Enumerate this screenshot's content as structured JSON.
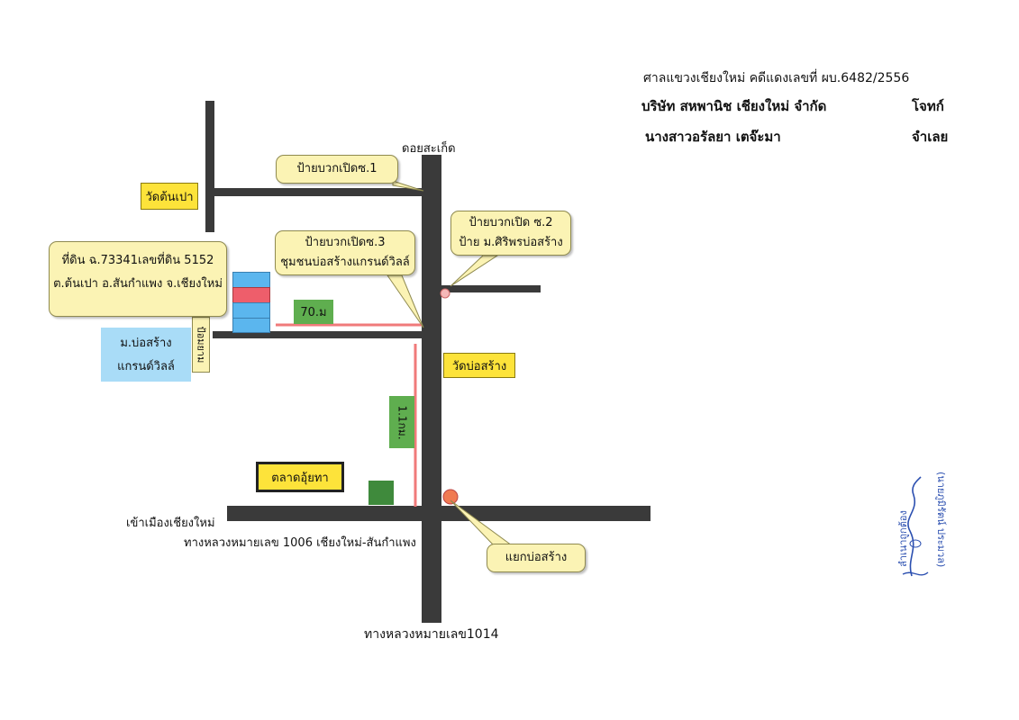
{
  "header": {
    "court_line": "ศาลแขวงเชียงใหม่ คดีแดงเลขที่ ผบ.6482/2556",
    "plaintiff": "บริษัท สหพานิช เชียงใหม่ จำกัด",
    "plaintiff_role": "โจทก์",
    "defendant": "นางสาวอรัลยา เตจ๊ะมา",
    "defendant_role": "จำเลย"
  },
  "labels": {
    "doi_saket": "ดอยสะเก็ด",
    "wat_ton_pao": "วัดต้นเปา",
    "wat_bo_sang": "วัดบ่อสร้าง",
    "talat": "ตลาดอุ้ยทา",
    "to_city": "เข้าเมืองเชียงใหม่",
    "highway_1006": "ทางหลวงหมายเลข 1006  เชียงใหม่-สันกำแพง",
    "highway_1014": "ทางหลวงหมายเลข1014",
    "dist_70": "70.ม",
    "dist_1_1km": "1.1กม.",
    "pom_yam": "ป้อมยาม"
  },
  "callouts": {
    "sign1": "ป้ายบวกเปิดซ.1",
    "sign2_line1": "ป้ายบวกเปิด ซ.2",
    "sign2_line2": "ป้าย ม.ศิริพรบ่อสร้าง",
    "sign3_line1": "ป้ายบวกเปิดซ.3",
    "sign3_line2": "ชุมชนบ่อสร้างแกรนด์วิลล์",
    "land_line1": "ที่ดิน ฉ.73341เลขที่ดิน 5152",
    "land_line2": "ต.ต้นเปา อ.สันกำแพง จ.เชียงใหม่",
    "village_line1": "ม.บ่อสร้าง",
    "village_line2": "แกรนด์วิลล์",
    "junction": "แยกบ่อสร้าง"
  },
  "signature": {
    "left": "ลำเนาถูกต้อง",
    "right": "(นายภูมิรัตน์ ประมวล)"
  },
  "colors": {
    "road": "#3a3a3a",
    "callout_fill": "#fbf3b4",
    "label_yellow": "#fde33a",
    "distance_line": "#f07a7a",
    "land_plot_blue": "#5bb6ee",
    "land_plot_red": "#ee5e6b",
    "village_blue": "#a9dcf7",
    "distance_green": "#5fae4f",
    "market_green": "#3f8a3c",
    "junction_marker": "#f07a52",
    "signature_ink": "#2b4fb0"
  }
}
